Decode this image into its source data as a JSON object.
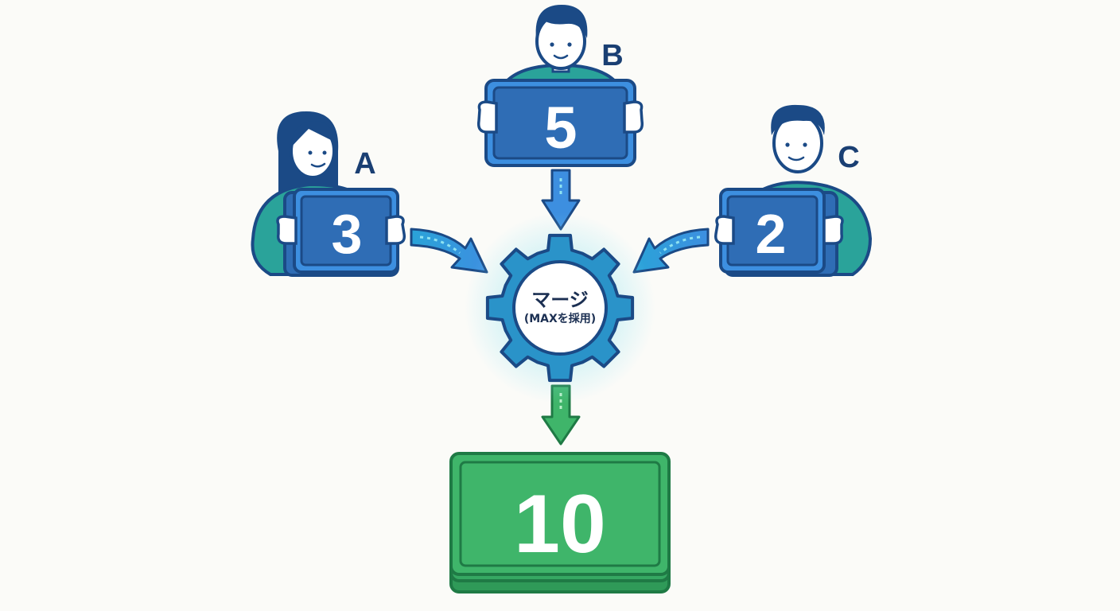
{
  "people": [
    {
      "label": "A",
      "value": "3"
    },
    {
      "label": "B",
      "value": "5"
    },
    {
      "label": "C",
      "value": "2"
    }
  ],
  "merge": {
    "title": "マージ",
    "subtitle": "(MAXを採用)"
  },
  "result": {
    "value": "10"
  },
  "colors": {
    "navy": "#1b4a86",
    "panel_blue": "#2f6db5",
    "accent_blue": "#3d8fe0",
    "teal": "#2aa39a",
    "result_green": "#3fb56a",
    "result_border": "#1f7a45",
    "gear_glow": "#8fe3f2"
  }
}
